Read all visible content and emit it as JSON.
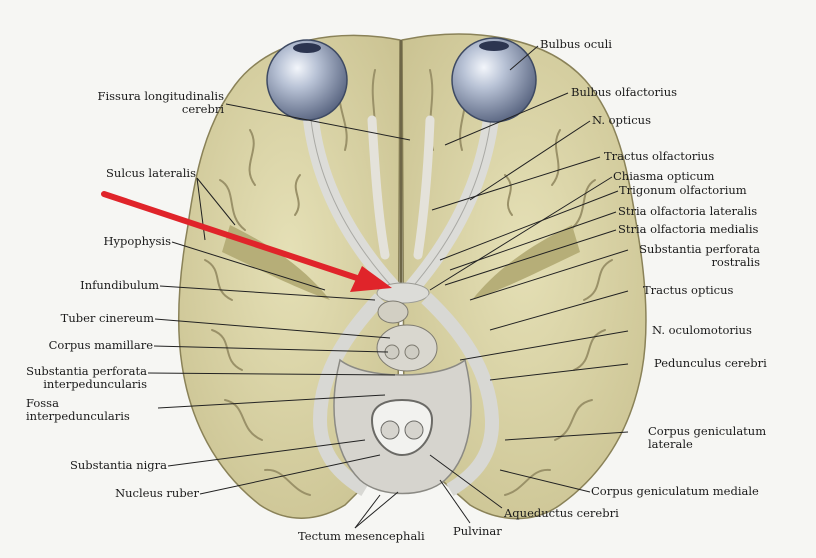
{
  "diagram": {
    "colors": {
      "brain_fill": "#dcd6a4",
      "brain_shade": "#c4bd86",
      "sulcus": "#8f8760",
      "nerve": "#d9d9d6",
      "eyeball": "#8d9ab4",
      "brainstem": "#d2d0cc",
      "red_arrow": "#e0242a",
      "leader_line": "#222222"
    },
    "labels_left": {
      "fissura": "Fissura longitudinalis\ncerebri",
      "sulcus_lateralis": "Sulcus lateralis",
      "hypophysis": "Hypophysis",
      "infundibulum": "Infundibulum",
      "tuber_cinereum": "Tuber cinereum",
      "corpus_mamillare": "Corpus mamillare",
      "substantia_perforata_interped": "Substantia perforata\ninterpeduncularis",
      "fossa_interped": "Fossa\ninterpeduncularis",
      "substantia_nigra": "Substantia nigra",
      "nucleus_ruber": "Nucleus ruber"
    },
    "labels_bottom": {
      "tectum": "Tectum mesencephali",
      "pulvinar": "Pulvinar",
      "aqueductus": "Aqueductus cerebri"
    },
    "labels_right": {
      "bulbus_oculi": "Bulbus oculi",
      "bulbus_olfactorius": "Bulbus olfactorius",
      "n_opticus": "N. opticus",
      "tractus_olfactorius": "Tractus olfactorius",
      "chiasma": "Chiasma opticum",
      "trigonum": "Trigonum olfactorium",
      "stria_lat": "Stria olfactoria lateralis",
      "stria_med": "Stria olfactoria medialis",
      "subst_perf_rostralis": "Substantia perforata\nrostralis",
      "tractus_opticus": "Tractus opticus",
      "n_oculomotorius": "N. oculomotorius",
      "pedunculus": "Pedunculus cerebri",
      "corpus_gen_lat": "Corpus geniculatum\nlaterale",
      "corpus_gen_med": "Corpus geniculatum mediale"
    }
  }
}
